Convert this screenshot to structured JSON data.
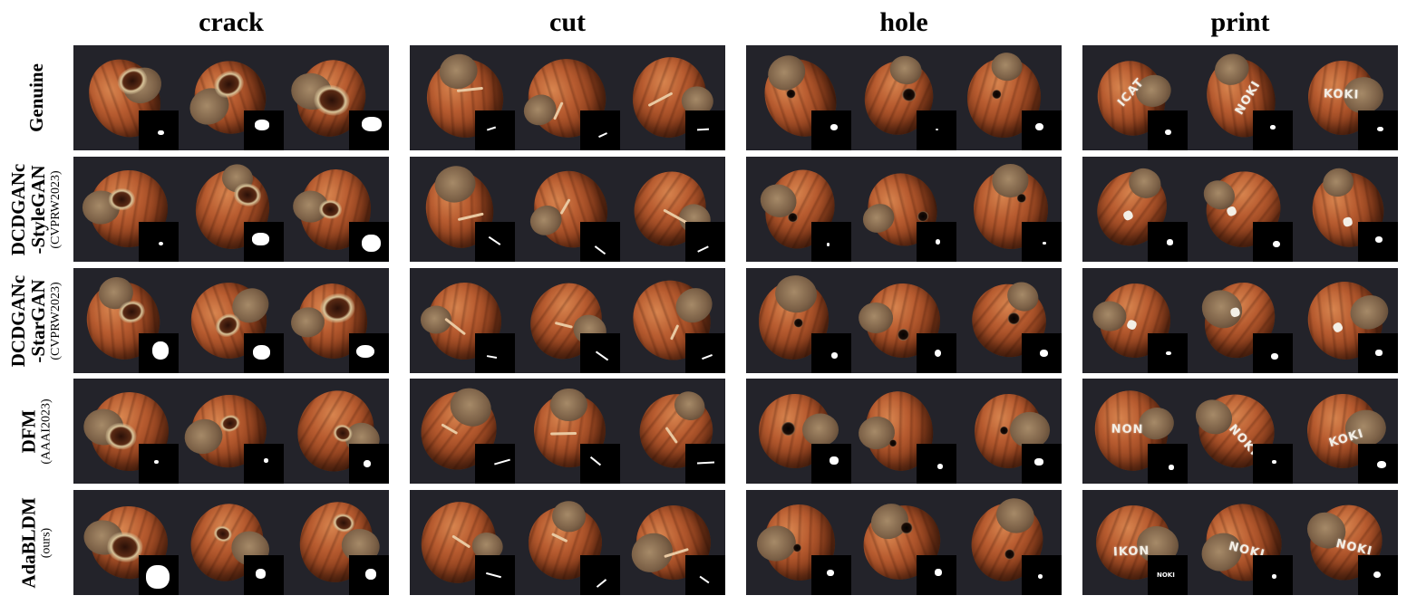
{
  "columns": [
    {
      "key": "crack",
      "title": "crack"
    },
    {
      "key": "cut",
      "title": "cut"
    },
    {
      "key": "hole",
      "title": "hole"
    },
    {
      "key": "print",
      "title": "print"
    }
  ],
  "rows": [
    {
      "key": "genuine",
      "label": "Genuine",
      "sublabel": ""
    },
    {
      "key": "dcdganc-stylegan",
      "label": "DCDGANc -StyleGAN",
      "sublabel": "(CVPRW2023)"
    },
    {
      "key": "dcdganc-stargan",
      "label": "DCDGANc -StarGAN",
      "sublabel": "(CVPRW2023)"
    },
    {
      "key": "dfm",
      "label": "DFM",
      "sublabel": "(AAAI2023)"
    },
    {
      "key": "adabldm",
      "label": "AdaBLDM",
      "sublabel": "(ours)"
    }
  ],
  "samples_per_cell": 3,
  "print_defect_text": {
    "genuine": [
      "ICAT",
      "NOKI",
      "KOKI"
    ],
    "dcdganc-stylegan": [
      "",
      "",
      ""
    ],
    "dcdganc-stargan": [
      "",
      "",
      ""
    ],
    "dfm": [
      "NON",
      "NOKI",
      "KOKI"
    ],
    "adabldm": [
      "IKON",
      "NOKI",
      "NOKI"
    ]
  },
  "mask_print_text": {
    "adabldm": [
      "NOKI",
      "",
      ""
    ]
  },
  "colors": {
    "background": "#ffffff",
    "panel": "#23232a",
    "mask_background": "#000000",
    "mask_foreground": "#ffffff",
    "hazelnut": "#b85c30",
    "hazelnut_cap": "#7d6248"
  }
}
